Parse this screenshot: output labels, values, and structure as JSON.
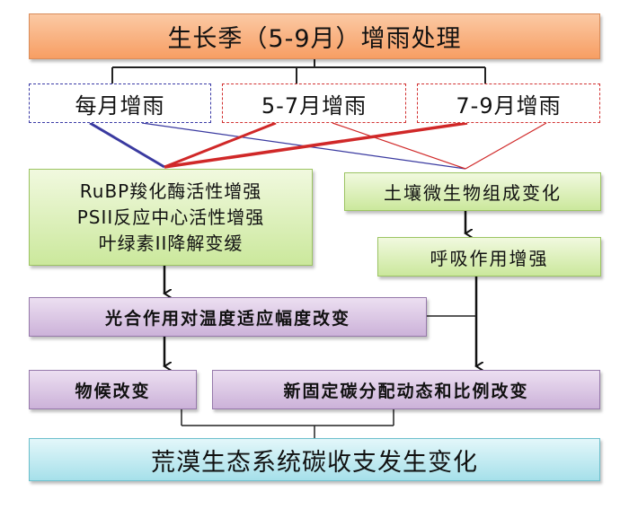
{
  "title": "生长季（5-9月）增雨处理",
  "treatments": [
    "每月增雨",
    "5-7月增雨",
    "7-9月增雨"
  ],
  "plant_effects": [
    "RuBP羧化酶活性增强",
    "PSII反应中心活性增强",
    "叶绿素II降解变缓"
  ],
  "soil_microbe": "土壤微生物组成变化",
  "respiration": "呼吸作用增强",
  "photosynthesis_temp": "光合作用对温度适应幅度改变",
  "phenology": "物候改变",
  "carbon_allocation": "新固定碳分配动态和比例改变",
  "result": "荒漠生态系统碳收支发生变化",
  "colors": {
    "blue_line": "#3a3aa0",
    "red_line": "#d02828",
    "orange_box": "#f7a46a",
    "green_box": "#d6edaf",
    "purple_box": "#d5bfe0",
    "cyan_box": "#b8e6ee"
  }
}
